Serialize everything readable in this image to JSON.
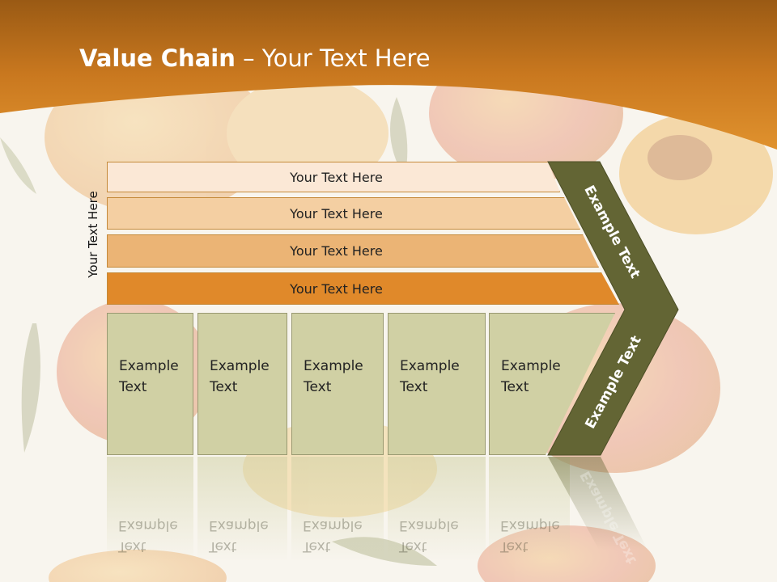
{
  "slide": {
    "title_bold": "Value Chain",
    "title_rest": " – Your Text Here",
    "vertical_label": "Your Text Here"
  },
  "bars": [
    {
      "label": "Your Text Here",
      "color": "#fbe8d6"
    },
    {
      "label": "Your Text Here",
      "color": "#f4cfa2"
    },
    {
      "label": "Your Text Here",
      "color": "#ebb475"
    },
    {
      "label": "Your Text Here",
      "color": "#e0892a"
    }
  ],
  "boxes": [
    {
      "line1": "Example",
      "line2": "Text"
    },
    {
      "line1": "Example",
      "line2": "Text"
    },
    {
      "line1": "Example",
      "line2": "Text"
    },
    {
      "line1": "Example",
      "line2": "Text"
    },
    {
      "line1": "Example",
      "line2": "Text"
    }
  ],
  "chevron": {
    "upper_label": "Example Text",
    "lower_label": "Example Text",
    "color": "#636534"
  },
  "colors": {
    "header": "#d98a2a",
    "box_fill": "#d0d0a4"
  }
}
